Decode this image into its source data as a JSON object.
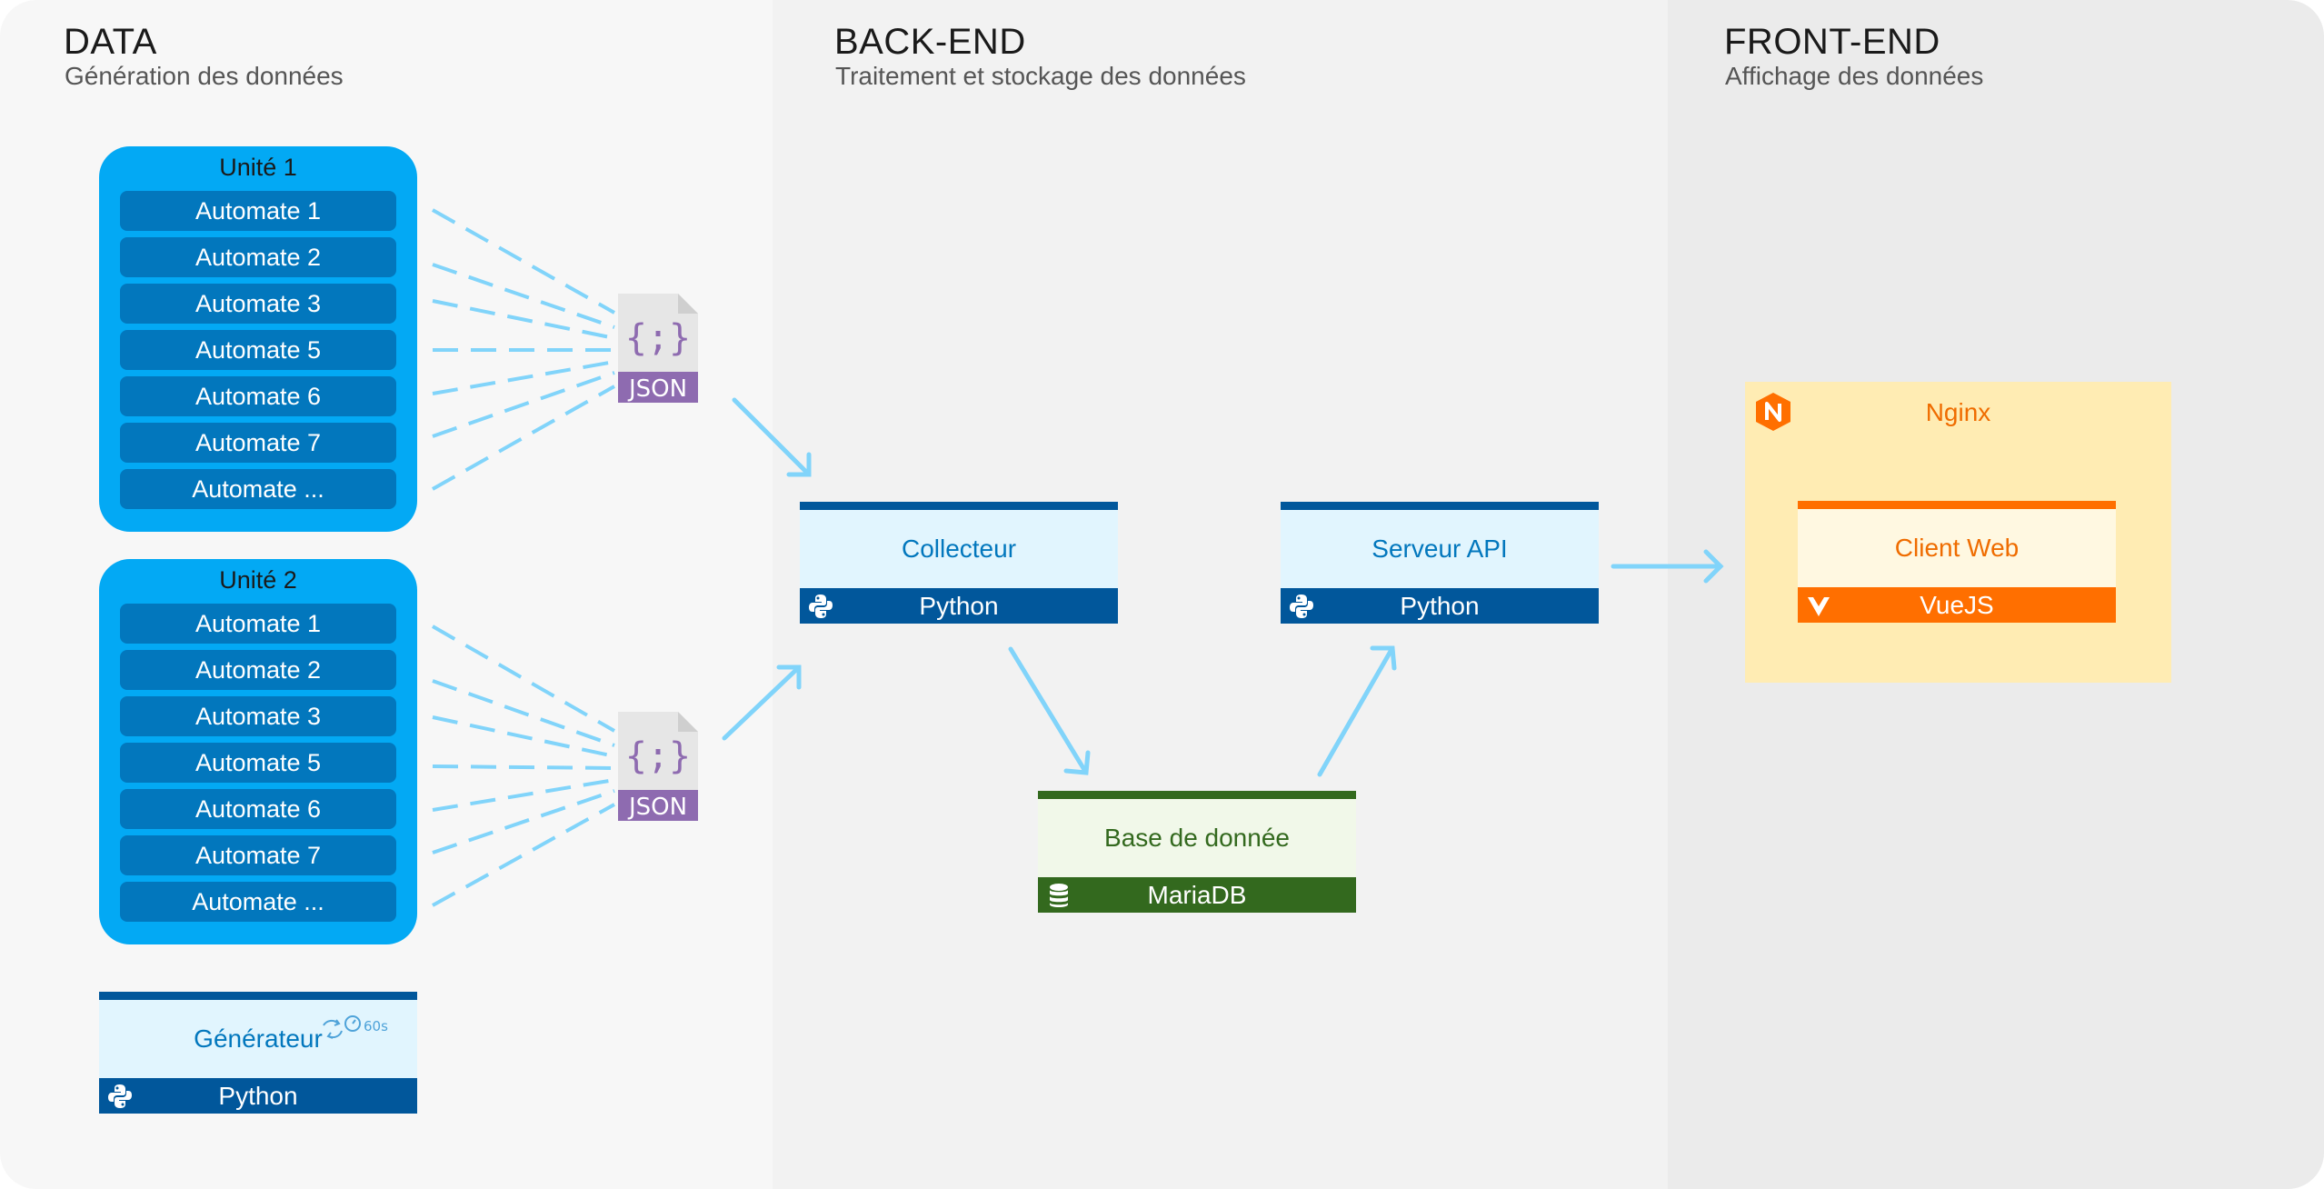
{
  "sections": {
    "data": {
      "title": "DATA",
      "subtitle": "Génération des données"
    },
    "backend": {
      "title": "BACK-END",
      "subtitle": "Traitement et stockage des données"
    },
    "frontend": {
      "title": "FRONT-END",
      "subtitle": "Affichage des données"
    }
  },
  "units": [
    {
      "title": "Unité 1",
      "automates": [
        "Automate 1",
        "Automate 2",
        "Automate 3",
        "Automate 5",
        "Automate 6",
        "Automate 7",
        "Automate ..."
      ]
    },
    {
      "title": "Unité 2",
      "automates": [
        "Automate 1",
        "Automate 2",
        "Automate 3",
        "Automate 5",
        "Automate 6",
        "Automate 7",
        "Automate ..."
      ]
    }
  ],
  "json_label": "JSON",
  "generator": {
    "name": "Générateur",
    "tech": "Python",
    "interval": "60s"
  },
  "collector": {
    "name": "Collecteur",
    "tech": "Python"
  },
  "database": {
    "name": "Base de donnée",
    "tech": "MariaDB"
  },
  "api_server": {
    "name": "Serveur API",
    "tech": "Python"
  },
  "nginx": {
    "name": "Nginx"
  },
  "web_client": {
    "name": "Client Web",
    "tech": "VueJS"
  },
  "colors": {
    "unit_bg": "#03a9f4",
    "automate_bg": "#0277bd",
    "python_blue": "#01579b",
    "service_light": "#e1f5fe",
    "db_green": "#33691e",
    "db_light": "#f1f8e9",
    "vue_orange": "#ff6f00",
    "nginx_bg": "#ffecb3",
    "arrow": "#81d4fa",
    "json_purple": "#8e6bb0"
  },
  "icons": {
    "json_file": "json-file-icon",
    "python": "python-icon",
    "database": "database-icon",
    "vue": "vue-icon",
    "nginx": "nginx-icon",
    "timer": "timer-icon"
  }
}
